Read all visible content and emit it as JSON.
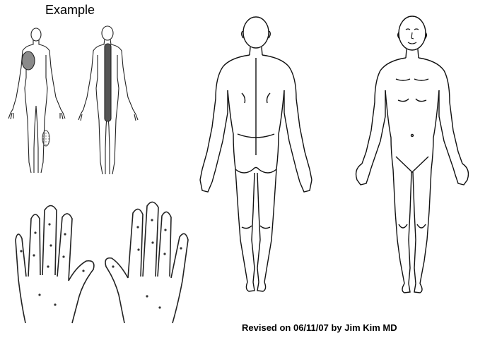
{
  "example_label": "Example",
  "revision_note": "Revised on 06/11/07 by Jim Kim MD",
  "colors": {
    "ink": "#111111",
    "shade": "#8a8a8a"
  },
  "figures": {
    "example_front": "example-front-body",
    "example_back": "example-back-body",
    "back_view": "large-back-body",
    "front_view": "large-front-body",
    "left_hand": "left-hand",
    "right_hand": "right-hand"
  }
}
